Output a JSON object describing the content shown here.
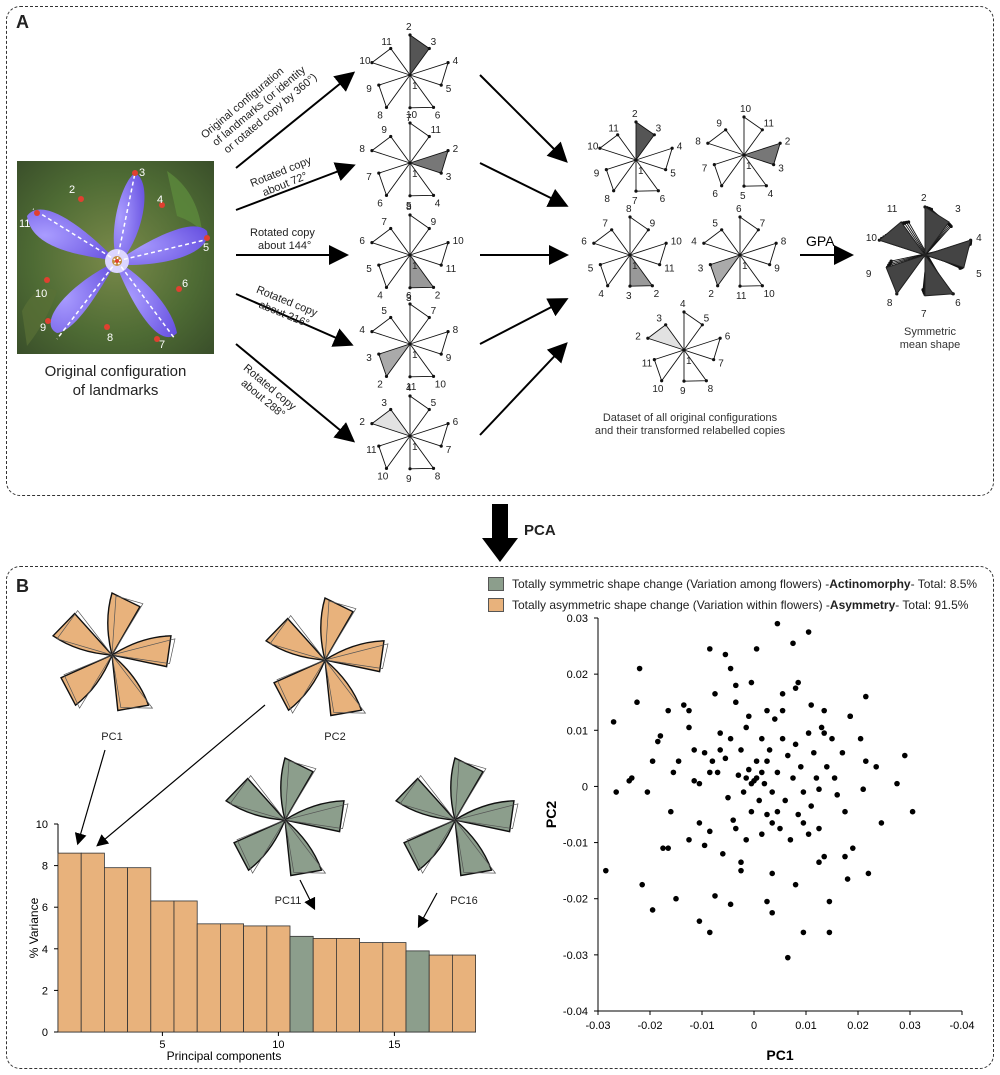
{
  "panel_a": {
    "label": "A",
    "flower_caption_line1": "Original configuration",
    "flower_caption_line2": "of landmarks",
    "arrow_labels": [
      [
        "Original configuration",
        "of landmarks (or identity",
        "or rotated copy by 360°)"
      ],
      [
        "Rotated copy",
        "about 72°"
      ],
      [
        "Rotated copy",
        "about 144°"
      ],
      [
        "Rotated copy",
        "about 216°"
      ],
      [
        "Rotated copy",
        "about 288°"
      ]
    ],
    "dataset_caption_line1": "Dataset of all original configurations",
    "dataset_caption_line2": "and their transformed relabelled copies",
    "gpa_label": "GPA",
    "mean_caption_line1": "Symmetric",
    "mean_caption_line2": "mean shape",
    "landmark_numbers": [
      "1",
      "2",
      "3",
      "4",
      "5",
      "6",
      "7",
      "8",
      "9",
      "10",
      "11"
    ]
  },
  "pca_label": "PCA",
  "panel_b": {
    "label": "B",
    "legend": [
      {
        "text": "Totally symmetric shape change (Variation among flowers) - ",
        "bold": "Actinomorphy",
        "rest": " - Total: 8.5%",
        "color": "#8c9e8c"
      },
      {
        "text": "Totally asymmetric shape change (Variation within flowers) - ",
        "bold": "Asymmetry",
        "rest": " - Total: 91.5%",
        "color": "#e8b27c"
      }
    ],
    "shape_labels": [
      "PC1",
      "PC2",
      "PC11",
      "PC16"
    ],
    "colors": {
      "asym": "#e8b27c",
      "sym": "#8c9e8c"
    }
  },
  "chart_data": [
    {
      "type": "bar",
      "xlabel": "Principal components",
      "ylabel": "% Variance",
      "ylim": [
        0,
        10
      ],
      "yticks": [
        "0",
        "2",
        "4",
        "6",
        "8",
        "10"
      ],
      "xticks": [
        "5",
        "10",
        "15"
      ],
      "categories": [
        1,
        2,
        3,
        4,
        5,
        6,
        7,
        8,
        9,
        10,
        11,
        12,
        13,
        14,
        15,
        16,
        17,
        18
      ],
      "values": [
        8.6,
        8.6,
        7.9,
        7.9,
        6.3,
        6.3,
        5.2,
        5.2,
        5.1,
        5.1,
        4.6,
        4.5,
        4.5,
        4.3,
        4.3,
        3.9,
        3.7,
        3.7
      ],
      "bar_types": [
        "asym",
        "asym",
        "asym",
        "asym",
        "asym",
        "asym",
        "asym",
        "asym",
        "asym",
        "asym",
        "sym",
        "asym",
        "asym",
        "asym",
        "asym",
        "sym",
        "asym",
        "asym"
      ]
    },
    {
      "type": "scatter",
      "xlabel": "PC1",
      "ylabel": "PC2",
      "xlim": [
        -0.03,
        0.04
      ],
      "ylim": [
        -0.04,
        0.03
      ],
      "xticks": [
        "-0.03",
        "-0.02",
        "-0.01",
        "0",
        "0.01",
        "0.02",
        "0.03",
        "-0.04"
      ],
      "yticks": [
        "0.03",
        "0.02",
        "0.01",
        "0",
        "-0.01",
        "-0.02",
        "-0.03",
        "-0.04"
      ],
      "points": [
        [
          -0.027,
          0.0115
        ],
        [
          -0.0235,
          0.0015
        ],
        [
          -0.022,
          0.021
        ],
        [
          -0.0225,
          0.015
        ],
        [
          -0.0205,
          -0.001
        ],
        [
          -0.018,
          0.009
        ],
        [
          -0.0175,
          -0.011
        ],
        [
          -0.0165,
          -0.011
        ],
        [
          -0.016,
          -0.0045
        ],
        [
          -0.0145,
          0.0045
        ],
        [
          -0.0155,
          0.0025
        ],
        [
          -0.0135,
          0.0145
        ],
        [
          -0.0125,
          0.0105
        ],
        [
          -0.0115,
          0.001
        ],
        [
          -0.0105,
          0.0005
        ],
        [
          -0.0095,
          0.006
        ],
        [
          -0.0105,
          -0.0065
        ],
        [
          -0.0085,
          -0.008
        ],
        [
          -0.008,
          0.0045
        ],
        [
          -0.007,
          0.0025
        ],
        [
          -0.0065,
          0.0095
        ],
        [
          -0.0055,
          0.005
        ],
        [
          -0.005,
          -0.002
        ],
        [
          -0.004,
          -0.006
        ],
        [
          -0.003,
          0.002
        ],
        [
          -0.0025,
          0.0065
        ],
        [
          -0.002,
          -0.001
        ],
        [
          -0.0015,
          0.0105
        ],
        [
          -0.001,
          0.003
        ],
        [
          -0.0005,
          -0.0045
        ],
        [
          0.0,
          0.001
        ],
        [
          0.0005,
          0.0045
        ],
        [
          0.001,
          -0.0025
        ],
        [
          0.0015,
          0.0085
        ],
        [
          0.002,
          0.0005
        ],
        [
          0.0025,
          -0.005
        ],
        [
          0.003,
          0.0065
        ],
        [
          0.0035,
          -0.001
        ],
        [
          0.004,
          0.012
        ],
        [
          0.0045,
          0.0025
        ],
        [
          0.005,
          -0.0075
        ],
        [
          0.0055,
          0.0085
        ],
        [
          0.006,
          -0.0025
        ],
        [
          0.0065,
          0.0055
        ],
        [
          0.007,
          -0.0095
        ],
        [
          0.0075,
          0.0015
        ],
        [
          0.008,
          0.0075
        ],
        [
          0.0085,
          -0.005
        ],
        [
          0.009,
          0.0035
        ],
        [
          0.0095,
          -0.001
        ],
        [
          0.0105,
          0.0095
        ],
        [
          0.011,
          -0.0035
        ],
        [
          0.0115,
          0.006
        ],
        [
          0.012,
          0.0015
        ],
        [
          0.0125,
          -0.0075
        ],
        [
          0.013,
          0.0105
        ],
        [
          0.0135,
          -0.0125
        ],
        [
          0.014,
          0.0035
        ],
        [
          0.015,
          0.0085
        ],
        [
          0.016,
          -0.0015
        ],
        [
          0.017,
          0.006
        ],
        [
          0.0175,
          -0.0045
        ],
        [
          0.0185,
          0.0125
        ],
        [
          0.019,
          -0.011
        ],
        [
          0.0205,
          0.0085
        ],
        [
          0.021,
          -0.0005
        ],
        [
          0.022,
          -0.0155
        ],
        [
          0.0235,
          0.0035
        ],
        [
          0.0245,
          -0.0065
        ],
        [
          0.0275,
          0.0005
        ],
        [
          0.029,
          0.0055
        ],
        [
          0.0305,
          -0.0045
        ],
        [
          -0.0285,
          -0.015
        ],
        [
          -0.0265,
          -0.001
        ],
        [
          -0.0215,
          -0.0175
        ],
        [
          -0.0195,
          -0.022
        ],
        [
          -0.015,
          -0.02
        ],
        [
          -0.0105,
          -0.024
        ],
        [
          -0.0085,
          -0.026
        ],
        [
          -0.0075,
          -0.0195
        ],
        [
          -0.0045,
          -0.021
        ],
        [
          -0.0025,
          -0.015
        ],
        [
          0.0035,
          -0.0155
        ],
        [
          0.0065,
          -0.0305
        ],
        [
          0.0095,
          -0.026
        ],
        [
          0.0145,
          -0.0205
        ],
        [
          0.0145,
          -0.026
        ],
        [
          0.018,
          -0.0165
        ],
        [
          0.008,
          -0.0175
        ],
        [
          0.0035,
          -0.0225
        ],
        [
          0.0025,
          -0.0205
        ],
        [
          -0.0025,
          -0.0135
        ],
        [
          -0.006,
          -0.012
        ],
        [
          -0.0095,
          -0.0105
        ],
        [
          -0.0125,
          -0.0095
        ],
        [
          -0.0185,
          0.008
        ],
        [
          -0.024,
          0.001
        ],
        [
          -0.0035,
          0.015
        ],
        [
          -0.0035,
          0.018
        ],
        [
          -0.0045,
          0.021
        ],
        [
          -0.0055,
          0.0235
        ],
        [
          -0.0085,
          0.0245
        ],
        [
          0.0045,
          0.029
        ],
        [
          0.0105,
          0.0275
        ],
        [
          0.0075,
          0.0255
        ],
        [
          0.0085,
          0.0185
        ],
        [
          0.008,
          0.0175
        ],
        [
          0.0055,
          0.0165
        ],
        [
          0.0025,
          0.0135
        ],
        [
          0.0005,
          0.0245
        ],
        [
          -0.0005,
          0.0185
        ],
        [
          -0.001,
          0.0125
        ],
        [
          0.011,
          0.0145
        ],
        [
          0.0135,
          0.0135
        ],
        [
          0.0215,
          0.016
        ],
        [
          0.0185,
          0.0125
        ],
        [
          0.0215,
          0.0045
        ],
        [
          0.0135,
          0.0095
        ],
        [
          0.0055,
          0.0135
        ],
        [
          -0.0075,
          0.0165
        ],
        [
          -0.0125,
          0.0135
        ],
        [
          -0.0165,
          0.0135
        ],
        [
          -0.0195,
          0.0045
        ],
        [
          0.0025,
          0.0045
        ],
        [
          0.0015,
          0.0025
        ],
        [
          0.0005,
          0.0015
        ],
        [
          -0.0005,
          0.0005
        ],
        [
          -0.0015,
          0.0015
        ],
        [
          0.0045,
          -0.0045
        ],
        [
          -0.0035,
          -0.0075
        ],
        [
          -0.0015,
          -0.0095
        ],
        [
          0.0015,
          -0.0085
        ],
        [
          0.0035,
          -0.0065
        ],
        [
          0.0105,
          -0.0085
        ],
        [
          0.0095,
          -0.0065
        ],
        [
          0.0125,
          -0.0005
        ],
        [
          0.0155,
          0.0015
        ],
        [
          0.0175,
          -0.0125
        ],
        [
          0.0125,
          -0.0135
        ],
        [
          -0.0045,
          0.0085
        ],
        [
          -0.0065,
          0.0065
        ],
        [
          -0.0085,
          0.0025
        ],
        [
          -0.0115,
          0.0065
        ]
      ]
    }
  ]
}
